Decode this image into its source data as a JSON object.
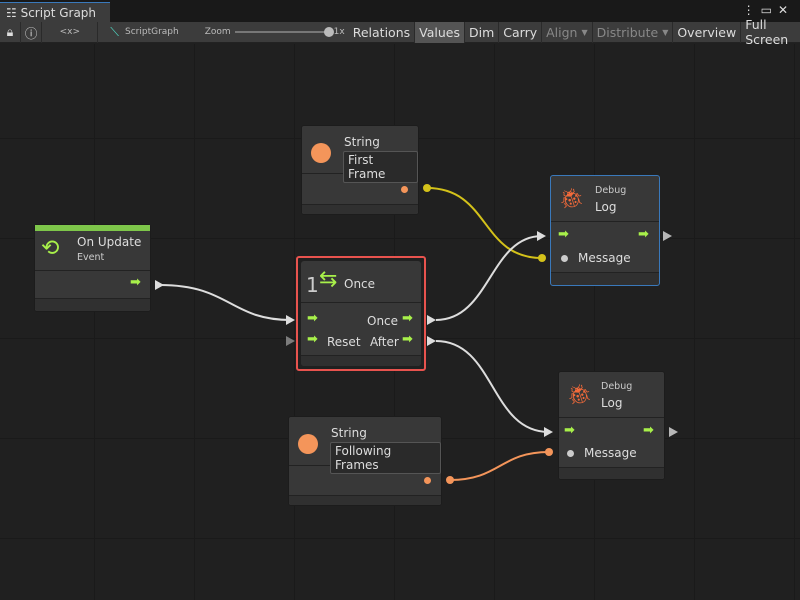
{
  "window": {
    "tab_title": "Script Graph",
    "menu_icon": "kebab-icon",
    "maximize_icon": "maximize-icon",
    "close_icon": "close-icon"
  },
  "toolbar": {
    "lock_icon": "lock-icon",
    "info_icon": "info-icon",
    "code_label": "<x>",
    "graph_name": "ScriptGraph",
    "zoom_label": "Zoom",
    "zoom_value": "1x",
    "zoom_level": 1.0,
    "buttons": [
      "Relations",
      "Values",
      "Dim",
      "Carry",
      "Align",
      "Distribute",
      "Overview",
      "Full Screen"
    ],
    "active": "Values",
    "disabled": [
      "Align",
      "Distribute"
    ]
  },
  "colors": {
    "control": "#a8f04a",
    "string": "#f4955a",
    "selected_border": "#e8534e",
    "hover_border": "#3a79bb",
    "yellow_wire": "#d4c21a"
  },
  "nodes": {
    "on_update": {
      "title": "On Update",
      "subtitle": "Event",
      "accent": "#7ec64a"
    },
    "string1": {
      "title": "String",
      "value": "First Frame"
    },
    "once": {
      "title": "Once",
      "icon_count": "1",
      "out_once": "Once",
      "in_reset": "Reset",
      "out_after": "After"
    },
    "log1": {
      "subtitle": "Debug",
      "title": "Log",
      "message": "Message"
    },
    "log2": {
      "subtitle": "Debug",
      "title": "Log",
      "message": "Message"
    },
    "string2": {
      "title": "String",
      "value": "Following Frames"
    }
  }
}
